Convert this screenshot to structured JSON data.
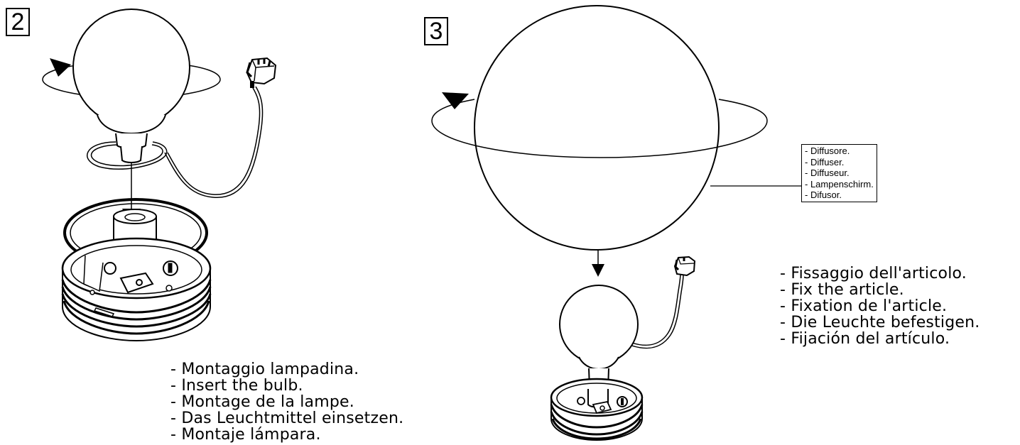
{
  "step2": {
    "number": "2",
    "caption": [
      "- Montaggio lampadina.",
      "- Insert the bulb.",
      "- Montage de la lampe.",
      "- Das Leuchtmittel einsetzen.",
      "- Montaje lámpara."
    ]
  },
  "step3": {
    "number": "3",
    "callout": [
      "- Diffusore.",
      "- Diffuser.",
      "- Diffuseur.",
      "- Lampenschirm.",
      "- Difusor."
    ],
    "caption": [
      "- Fissaggio dell'articolo.",
      "- Fix the article.",
      "- Fixation de l'article.",
      "- Die Leuchte befestigen.",
      "- Fijación del artículo."
    ]
  }
}
